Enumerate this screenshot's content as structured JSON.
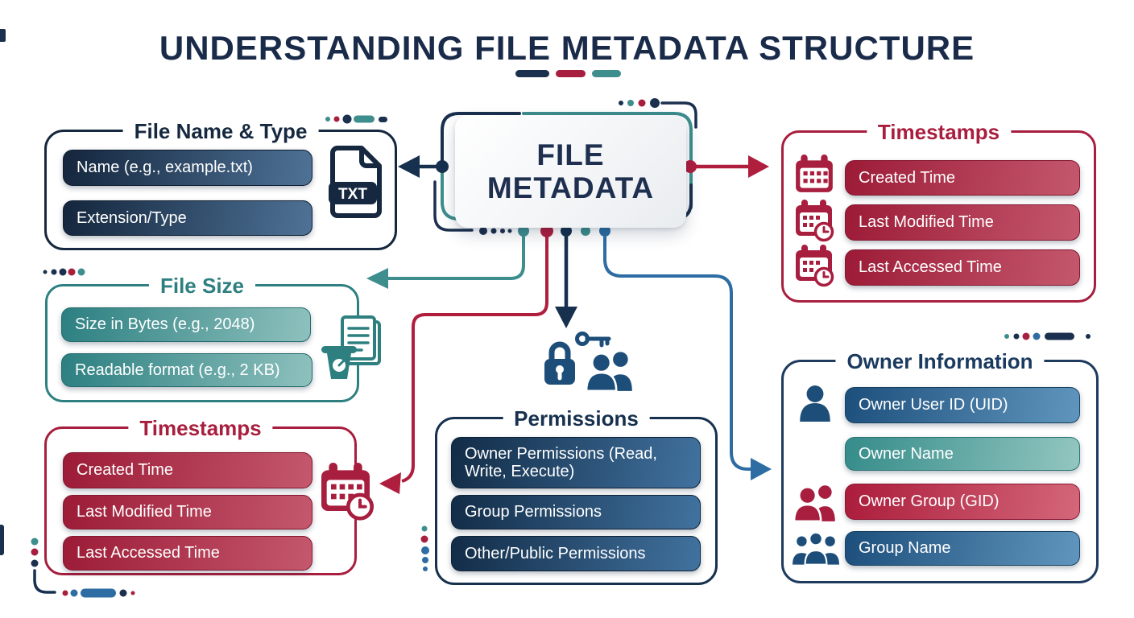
{
  "title": "UNDERSTANDING FILE METADATA STRUCTURE",
  "center": {
    "label": "FILE METADATA"
  },
  "file_name_type": {
    "title": "File Name & Type",
    "items": [
      "Name (e.g., example.txt)",
      "Extension/Type"
    ],
    "file_badge": "TXT"
  },
  "file_size": {
    "title": "File Size",
    "items": [
      "Size in Bytes (e.g., 2048)",
      "Readable format (e.g., 2 KB)"
    ]
  },
  "timestamps_left": {
    "title": "Timestamps",
    "items": [
      "Created Time",
      "Last Modified Time",
      "Last Accessed Time"
    ]
  },
  "timestamps_right": {
    "title": "Timestamps",
    "items": [
      "Created Time",
      "Last Modified Time",
      "Last Accessed Time"
    ]
  },
  "permissions": {
    "title": "Permissions",
    "items": [
      "Owner Permissions (Read, Write, Execute)",
      "Group Permissions",
      "Other/Public Permissions"
    ]
  },
  "owner_information": {
    "title": "Owner Information",
    "items": [
      "Owner User ID (UID)",
      "Owner Name",
      "Owner Group (GID)",
      "Group Name"
    ]
  },
  "colors": {
    "navy": "#16283f",
    "teal": "#2e8080",
    "crimson": "#a81e3e",
    "steel": "#2d6da3"
  }
}
